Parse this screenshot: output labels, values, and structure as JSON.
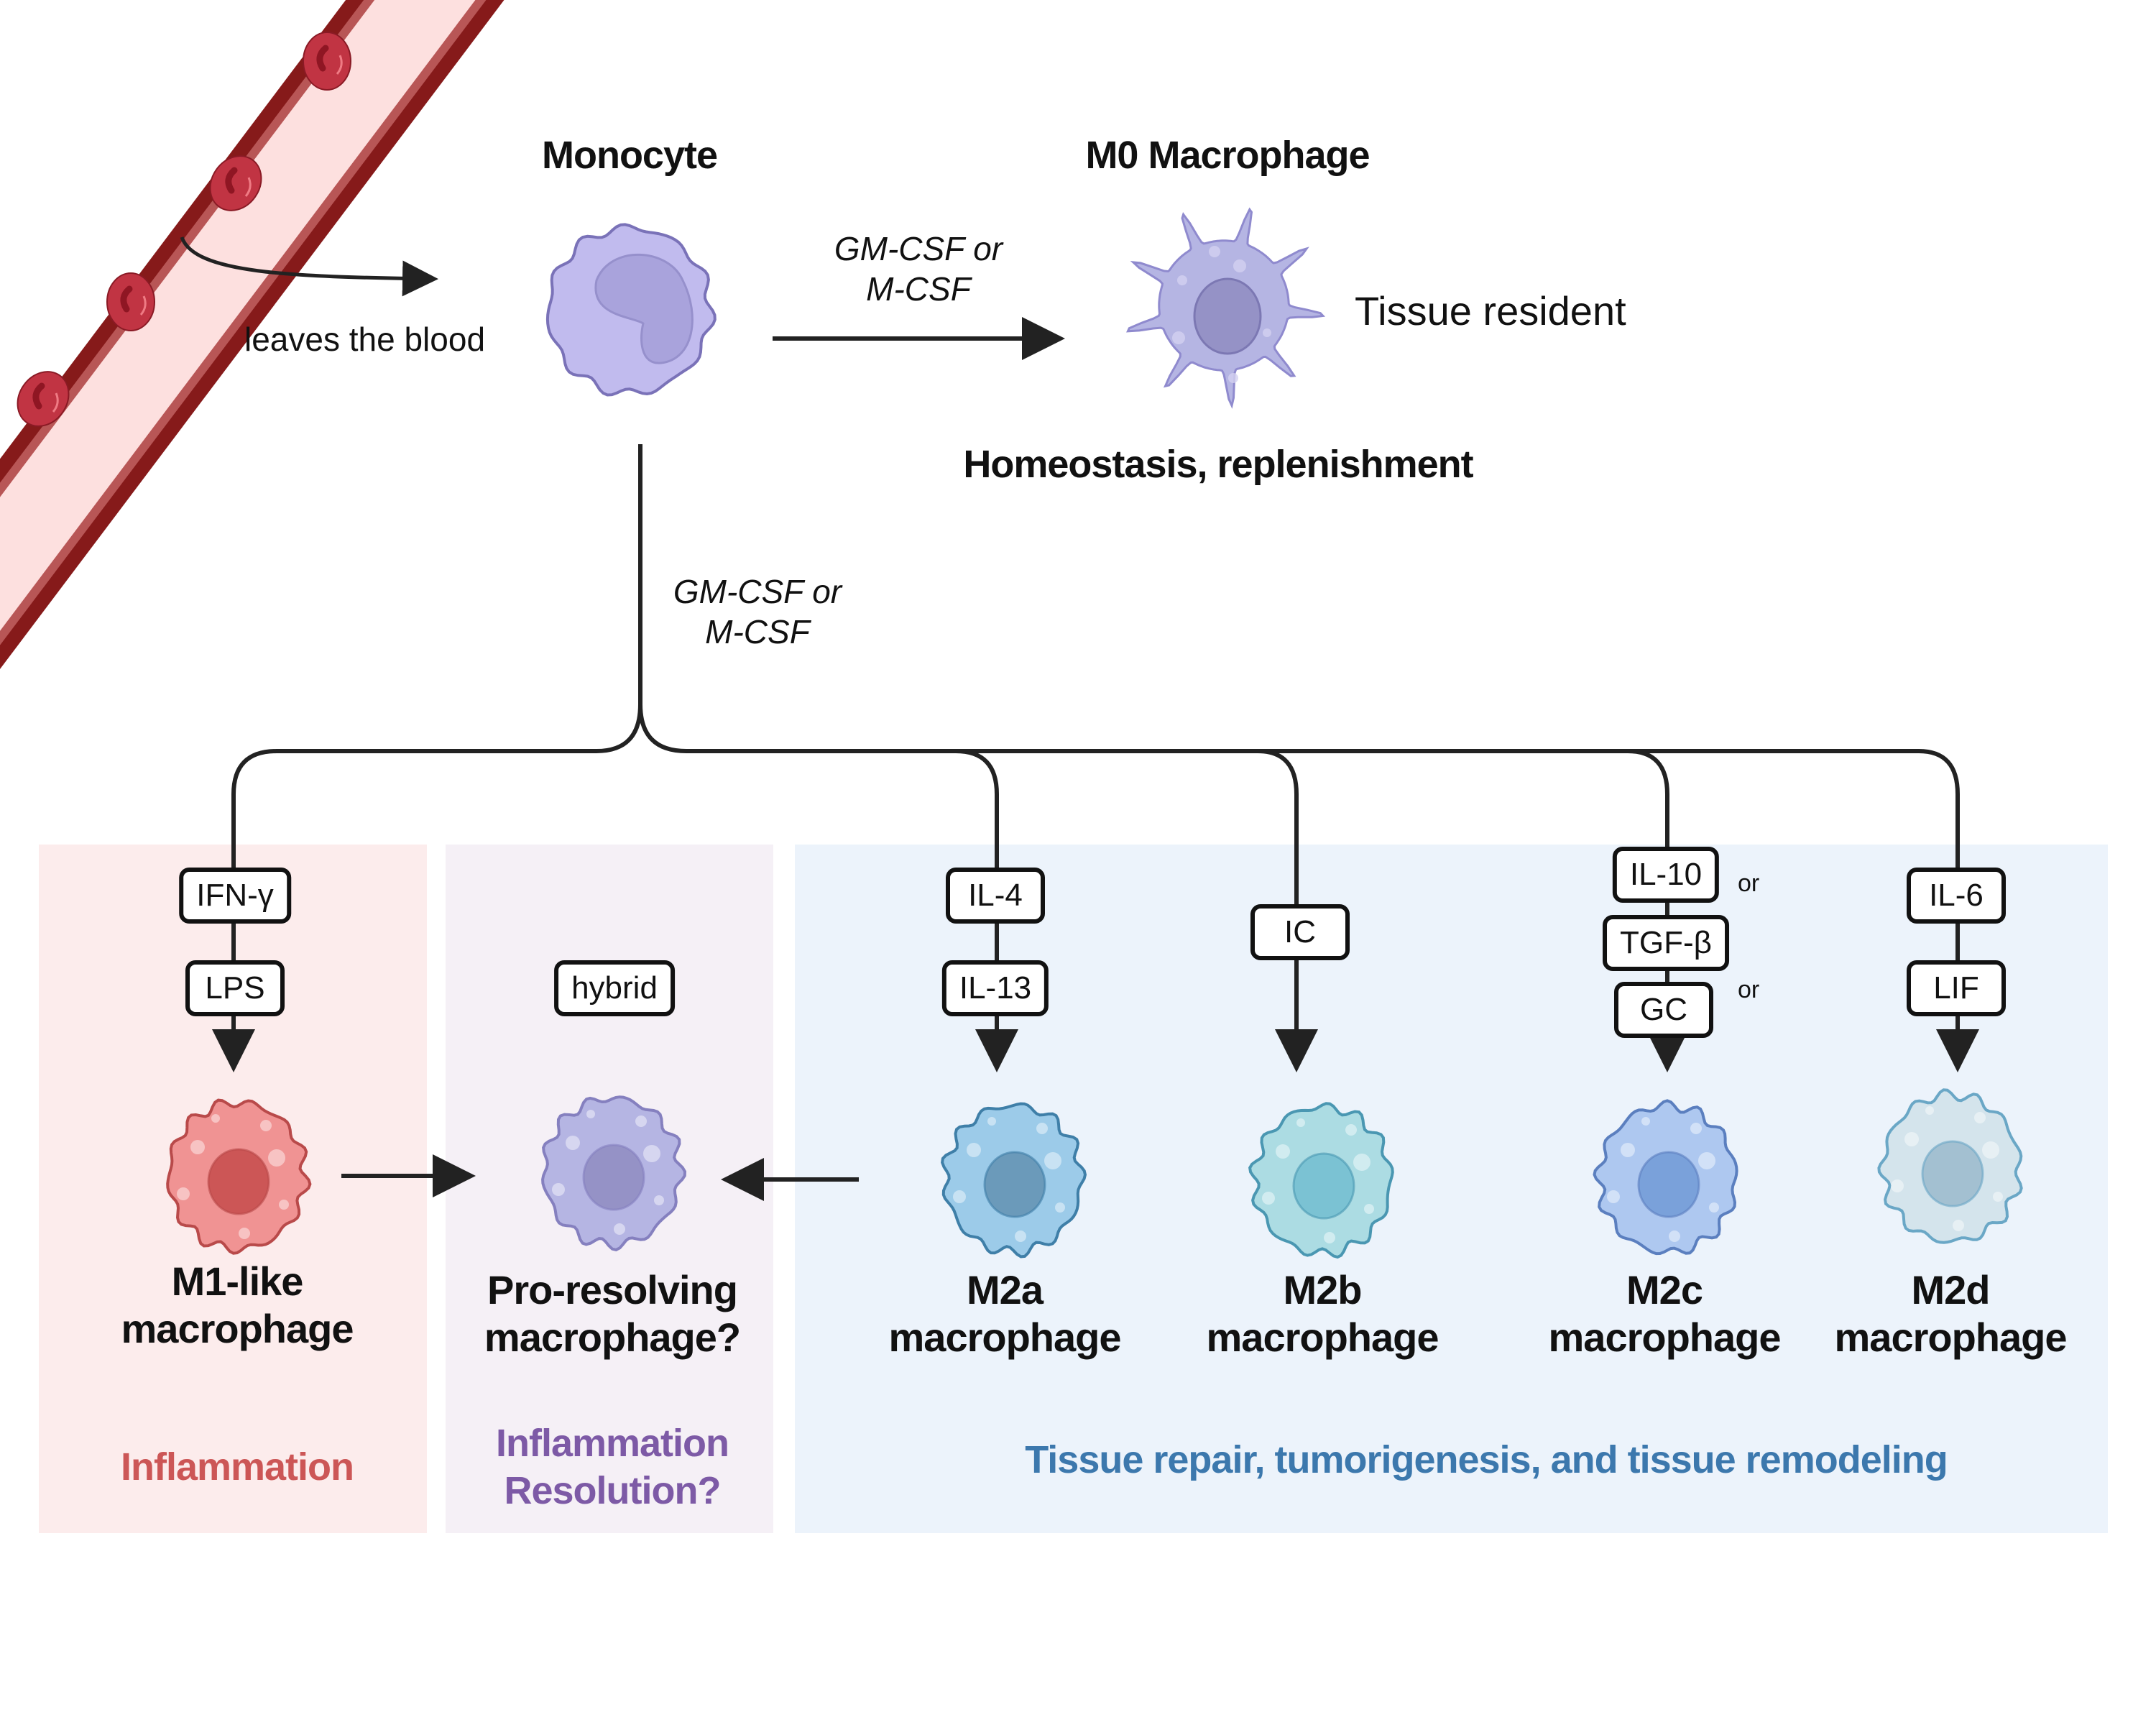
{
  "header": {
    "monocyte_title": "Monocyte",
    "m0_title": "M0 Macrophage",
    "leaves_blood": "leaves the blood",
    "tissue_resident": "Tissue resident",
    "homeostasis": "Homeostasis, replenishment",
    "stimulus_top": [
      "GM-CSF or",
      "M-CSF"
    ],
    "stimulus_down": [
      "GM-CSF or",
      "M-CSF"
    ]
  },
  "branches": [
    {
      "id": "m1",
      "stimuli": [
        "IFN-γ",
        "LPS"
      ],
      "label": [
        "M1-like",
        "macrophage"
      ],
      "cell_color": "#f09393",
      "nucleus_color": "#cc5656",
      "outline": "#b94a4a"
    },
    {
      "id": "hybrid",
      "stimuli": [
        "hybrid"
      ],
      "label": [
        "Pro-resolving",
        "macrophage?"
      ],
      "cell_color": "#b5b5e3",
      "nucleus_color": "#9592c6",
      "outline": "#8580bf"
    },
    {
      "id": "m2a",
      "stimuli": [
        "IL-4",
        "IL-13"
      ],
      "label": [
        "M2a",
        "macrophage"
      ],
      "cell_color": "#9ccbe9",
      "nucleus_color": "#6b9aba",
      "outline": "#3f7fa8"
    },
    {
      "id": "m2b",
      "stimuli": [
        "IC"
      ],
      "label": [
        "M2b",
        "macrophage"
      ],
      "cell_color": "#acdce3",
      "nucleus_color": "#7bc2d3",
      "outline": "#4a97b2"
    },
    {
      "id": "m2c",
      "stimuli": [
        "IL-10",
        "TGF-β",
        "GC"
      ],
      "or_labels": [
        "or",
        "or"
      ],
      "label": [
        "M2c",
        "macrophage"
      ],
      "cell_color": "#aec8f0",
      "nucleus_color": "#7aa1da",
      "outline": "#5b7fbf"
    },
    {
      "id": "m2d",
      "stimuli": [
        "IL-6",
        "LIF"
      ],
      "label": [
        "M2d",
        "macrophage"
      ],
      "cell_color": "#d4e4ec",
      "nucleus_color": "#a3c0d1",
      "outline": "#6aa7c6"
    }
  ],
  "outcomes": {
    "m1": {
      "text": "Inflammation",
      "color": "#cc5656"
    },
    "hybrid": {
      "lines": [
        "Inflammation",
        "Resolution?"
      ],
      "color": "#7d5aa6"
    },
    "m2": {
      "text": "Tissue repair, tumorigenesis, and tissue remodeling",
      "color": "#3c78ad"
    }
  },
  "colors": {
    "panel_m1": "#fcecec",
    "panel_hybrid": "#f5f0f6",
    "panel_m2": "#ecf3fb",
    "vessel_wall": "#861a1a",
    "vessel_inner": "#b85656",
    "vessel_lumen": "#fde0df",
    "rbc": "#c13443",
    "monocyte": "#c1bbee",
    "m0": "#b5b5e3"
  }
}
